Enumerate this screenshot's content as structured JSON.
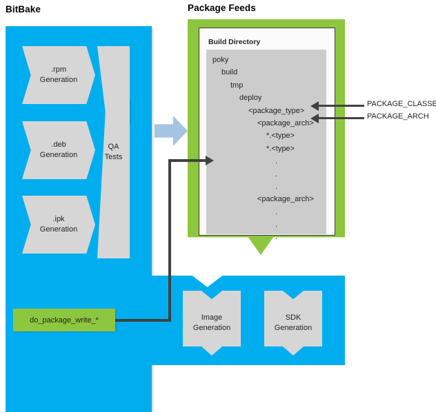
{
  "diagram": {
    "title_bitbake": "BitBake",
    "title_package_feeds": "Package Feeds"
  },
  "bitbake": {
    "generators": [
      {
        "label_line1": ".rpm",
        "label_line2": "Generation"
      },
      {
        "label_line1": ".deb",
        "label_line2": "Generation"
      },
      {
        "label_line1": ".ipk",
        "label_line2": "Generation"
      }
    ],
    "qa": {
      "label_line1": "QA",
      "label_line2": "Tests"
    },
    "task": {
      "label": "do_package_write_*"
    }
  },
  "package_feeds": {
    "card_title": "Build Directory",
    "tree": [
      {
        "indent": 0,
        "text": "poky"
      },
      {
        "indent": 1,
        "text": "build"
      },
      {
        "indent": 2,
        "text": "tmp"
      },
      {
        "indent": 3,
        "text": "deploy"
      },
      {
        "indent": 4,
        "text": "<package_type>"
      },
      {
        "indent": 5,
        "text": "<package_arch>"
      },
      {
        "indent": 6,
        "text": "*.<type>"
      },
      {
        "indent": 6,
        "text": "*.<type>"
      },
      {
        "indent": 7,
        "text": "."
      },
      {
        "indent": 7,
        "text": "."
      },
      {
        "indent": 7,
        "text": "."
      },
      {
        "indent": 5,
        "text": "<package_arch>"
      },
      {
        "indent": 7,
        "text": "."
      },
      {
        "indent": 7,
        "text": "."
      },
      {
        "indent": 7,
        "text": "."
      }
    ],
    "annotations": [
      {
        "label": "PACKAGE_CLASSES",
        "target": "<package_type>"
      },
      {
        "label": "PACKAGE_ARCH",
        "target": "<package_arch>"
      }
    ]
  },
  "outputs": {
    "boxes": [
      {
        "label_line1": "Image",
        "label_line2": "Generation"
      },
      {
        "label_line1": "SDK",
        "label_line2": "Generation"
      }
    ]
  },
  "colors": {
    "bitbake_blue": "#00aeef",
    "feeds_green": "#8dc63f",
    "process_grey": "#d6d6d6",
    "tree_grey": "#cccccc",
    "connector_dark": "#414141",
    "pale_arrow_blue": "#a4c4e2"
  }
}
